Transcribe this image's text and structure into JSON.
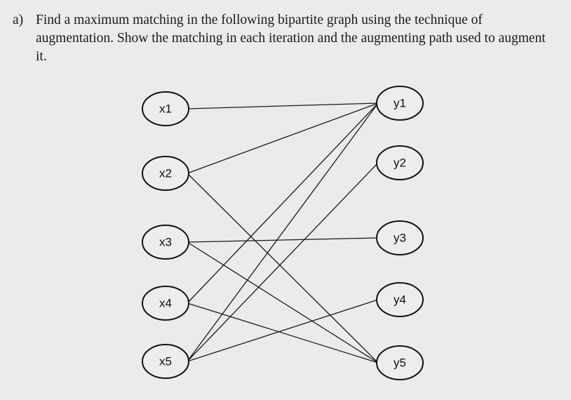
{
  "question": {
    "label": "a)",
    "text": "Find a maximum matching in the following bipartite graph using the technique of augmentation. Show the matching in each iteration and the augmenting path used to augment it."
  },
  "graph": {
    "left_nodes": [
      "x1",
      "x2",
      "x3",
      "x4",
      "x5"
    ],
    "right_nodes": [
      "y1",
      "y2",
      "y3",
      "y4",
      "y5"
    ],
    "edges": [
      [
        "x1",
        "y1"
      ],
      [
        "x2",
        "y1"
      ],
      [
        "x2",
        "y5"
      ],
      [
        "x3",
        "y3"
      ],
      [
        "x3",
        "y5"
      ],
      [
        "x4",
        "y1"
      ],
      [
        "x4",
        "y5"
      ],
      [
        "x5",
        "y1"
      ],
      [
        "x5",
        "y2"
      ],
      [
        "x5",
        "y4"
      ]
    ]
  }
}
